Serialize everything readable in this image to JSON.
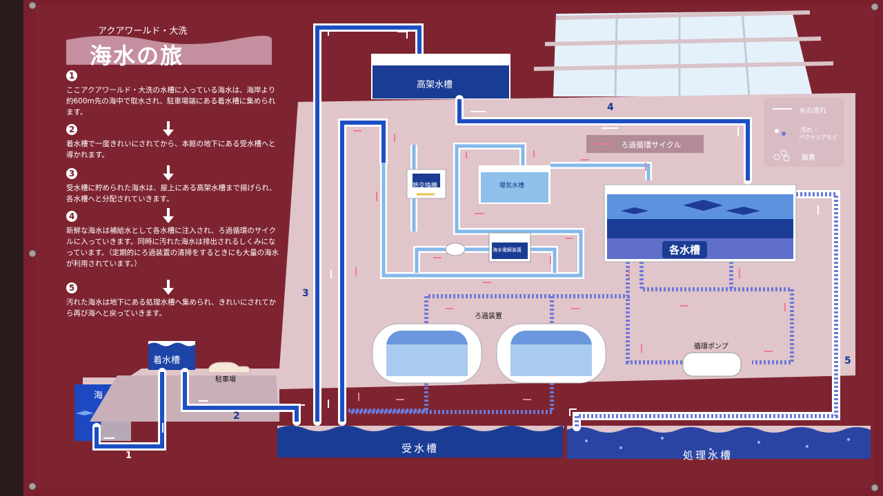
{
  "header": {
    "subtitle": "アクアワールド・大洗",
    "title": "海水の旅"
  },
  "steps": [
    {
      "num": "1",
      "text": "ここアクアワールド・大洗の水槽に入っている海水は、海岸より約600m先の海中で取水され、駐車場端にある着水槽に集められます。"
    },
    {
      "num": "2",
      "text": "着水槽で一度きれいにされてから、本館の地下にある受水槽へと導かれます。"
    },
    {
      "num": "3",
      "text": "受水槽に貯められた海水は、屋上にある高架水槽まで揚げられ、各水槽へと分配されていきます。"
    },
    {
      "num": "4",
      "text": "新鮮な海水は補給水として各水槽に注入され、ろ過循環のサイクルに入っていきます。同時に汚れた海水は排出されるしくみになっています。（定期的にろ過装置の清掃をするときにも大量の海水が利用されています。）"
    },
    {
      "num": "5",
      "text": "汚れた海水は地下にある処理水槽へ集められ、きれいにされてから再び海へと戻っていきます。"
    }
  ],
  "labels": {
    "elevated_tank": "高架水槽",
    "heat_exchanger": "熱交換機",
    "aeration_tank": "曝気水槽",
    "electrolysis": "海水電解装置",
    "each_tank": "各水槽",
    "filter": "ろ過装置",
    "pump": "循環ポンプ",
    "receiving_tank": "受水槽",
    "treatment_tank": "処理水槽",
    "landing_tank": "着水槽",
    "sea": "海",
    "parking": "駐車場",
    "filter_cycle": "ろ過循環サイクル"
  },
  "legend": {
    "water_flow": "水の流れ",
    "dirt_line1": "汚れ・",
    "dirt_line2": "バクテリアなど",
    "oxygen": "酸素"
  },
  "path_numbers": [
    "1",
    "2",
    "3",
    "4",
    "5"
  ],
  "colors": {
    "board": "#7a1f2b",
    "panel": "#e0c5ca",
    "pipe_blue": "#1d4fc4",
    "pipe_light": "#7fb3e6",
    "tank_dark": "#1b3c94",
    "flow_red": "#f27b8b"
  }
}
